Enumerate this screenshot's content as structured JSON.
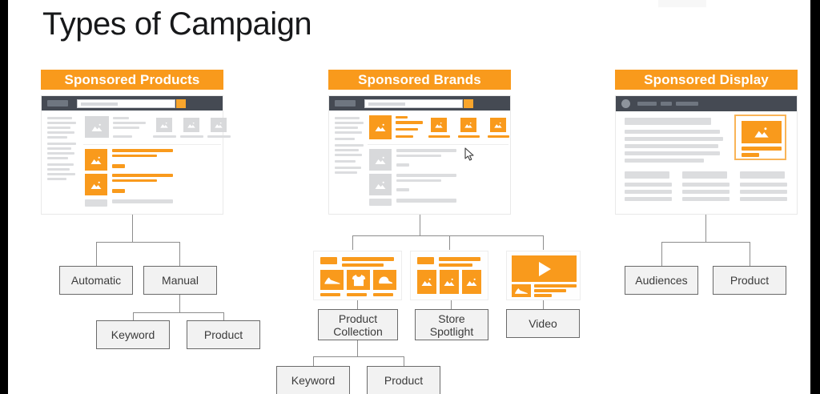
{
  "title": "Types of Campaign",
  "columns": [
    {
      "id": "sponsored-products",
      "banner": "Sponsored Products",
      "mockup": "amazon-search-results-with-sponsored-product-listings"
    },
    {
      "id": "sponsored-brands",
      "banner": "Sponsored Brands",
      "mockup": "amazon-search-results-with-headline-brand-banner"
    },
    {
      "id": "sponsored-display",
      "banner": "Sponsored Display",
      "mockup": "amazon-product-detail-page-with-display-ad"
    }
  ],
  "tree": {
    "sponsored_products": {
      "level1": [
        "Automatic",
        "Manual"
      ],
      "level2_under_manual": [
        "Keyword",
        "Product"
      ]
    },
    "sponsored_brands": {
      "formats": [
        {
          "label": "Product\nCollection",
          "thumb": "product-collection-thumbnail"
        },
        {
          "label": "Store\nSpotlight",
          "thumb": "store-spotlight-thumbnail"
        },
        {
          "label": "Video",
          "thumb": "video-ad-thumbnail"
        }
      ],
      "level2_under_product_collection": [
        "Keyword",
        "Product"
      ]
    },
    "sponsored_display": {
      "level1": [
        "Audiences",
        "Product"
      ]
    }
  },
  "icons": {
    "cursor": "mouse-pointer-icon",
    "play": "play-triangle-icon",
    "shoe": "shoe-icon",
    "shirt": "t-shirt-icon",
    "hat": "cap-icon",
    "image": "image-placeholder-icon",
    "search": "search-magnifier-icon"
  },
  "colors": {
    "accent": "#f99a1c",
    "navbar": "#454a53",
    "node_fill": "#f2f2f2",
    "node_border": "#6a6a6a",
    "connector": "#8d8d8d",
    "text": "#3b3b3b",
    "frame": "#000000"
  }
}
